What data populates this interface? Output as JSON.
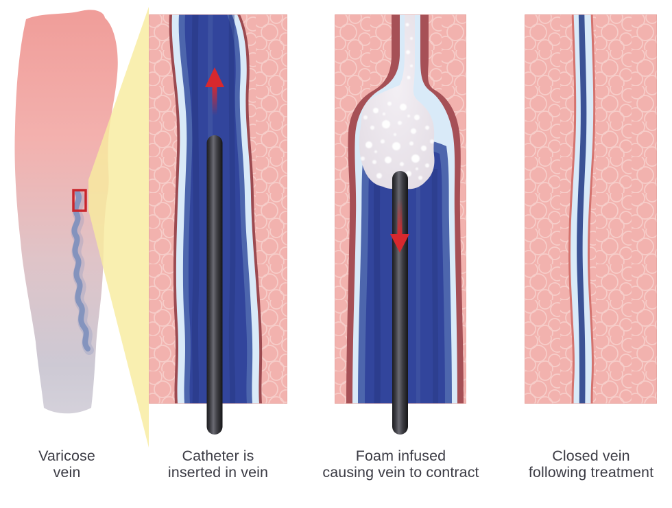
{
  "figure": {
    "panels": [
      {
        "id": "varicose-vein",
        "label": [
          "Varicose",
          "vein"
        ]
      },
      {
        "id": "catheter-inserted",
        "label": [
          "Catheter is",
          "inserted in vein"
        ]
      },
      {
        "id": "foam-infused",
        "label": [
          "Foam infused",
          "causing vein to contract"
        ]
      },
      {
        "id": "closed-vein",
        "label": [
          "Closed vein",
          "following treatment"
        ]
      }
    ],
    "icons": {
      "blood_flow_up_arrow": "▲",
      "catheter_withdraw_down_arrow": "▼",
      "magnifier_beam": "◣",
      "detail_marker_box": "▯"
    }
  },
  "palette": {
    "bg": "#ffffff",
    "label": "#3b3b44",
    "tissue": "#f2b2ae",
    "ring": "#f8d4d0",
    "red_line": "#9c4a50",
    "wall_red": "#a65056",
    "lining": "#d9eaf8",
    "mid_blue": "#4d66ad",
    "lumen": "#32459c",
    "streak_dark": "#263680",
    "streak_light": "#4b61ab",
    "foam": "#e8e3e9",
    "bubble": "#ffffff",
    "catheter_dark": "#1c1c1f",
    "catheter_light": "#6a6a72",
    "catheter_end": "#151517",
    "arrow": "#d7282e",
    "beam": "#f8ec9f",
    "leg_top": "#f09d99",
    "leg_mid": "#f3b1ae",
    "leg_low": "#dfc4c8",
    "leg_end": "#cdc9d4",
    "squiggle": "#8191bd",
    "marker": "#c9262c",
    "closed_vein": "#3b5295",
    "closed_outline": "#d4736e"
  }
}
